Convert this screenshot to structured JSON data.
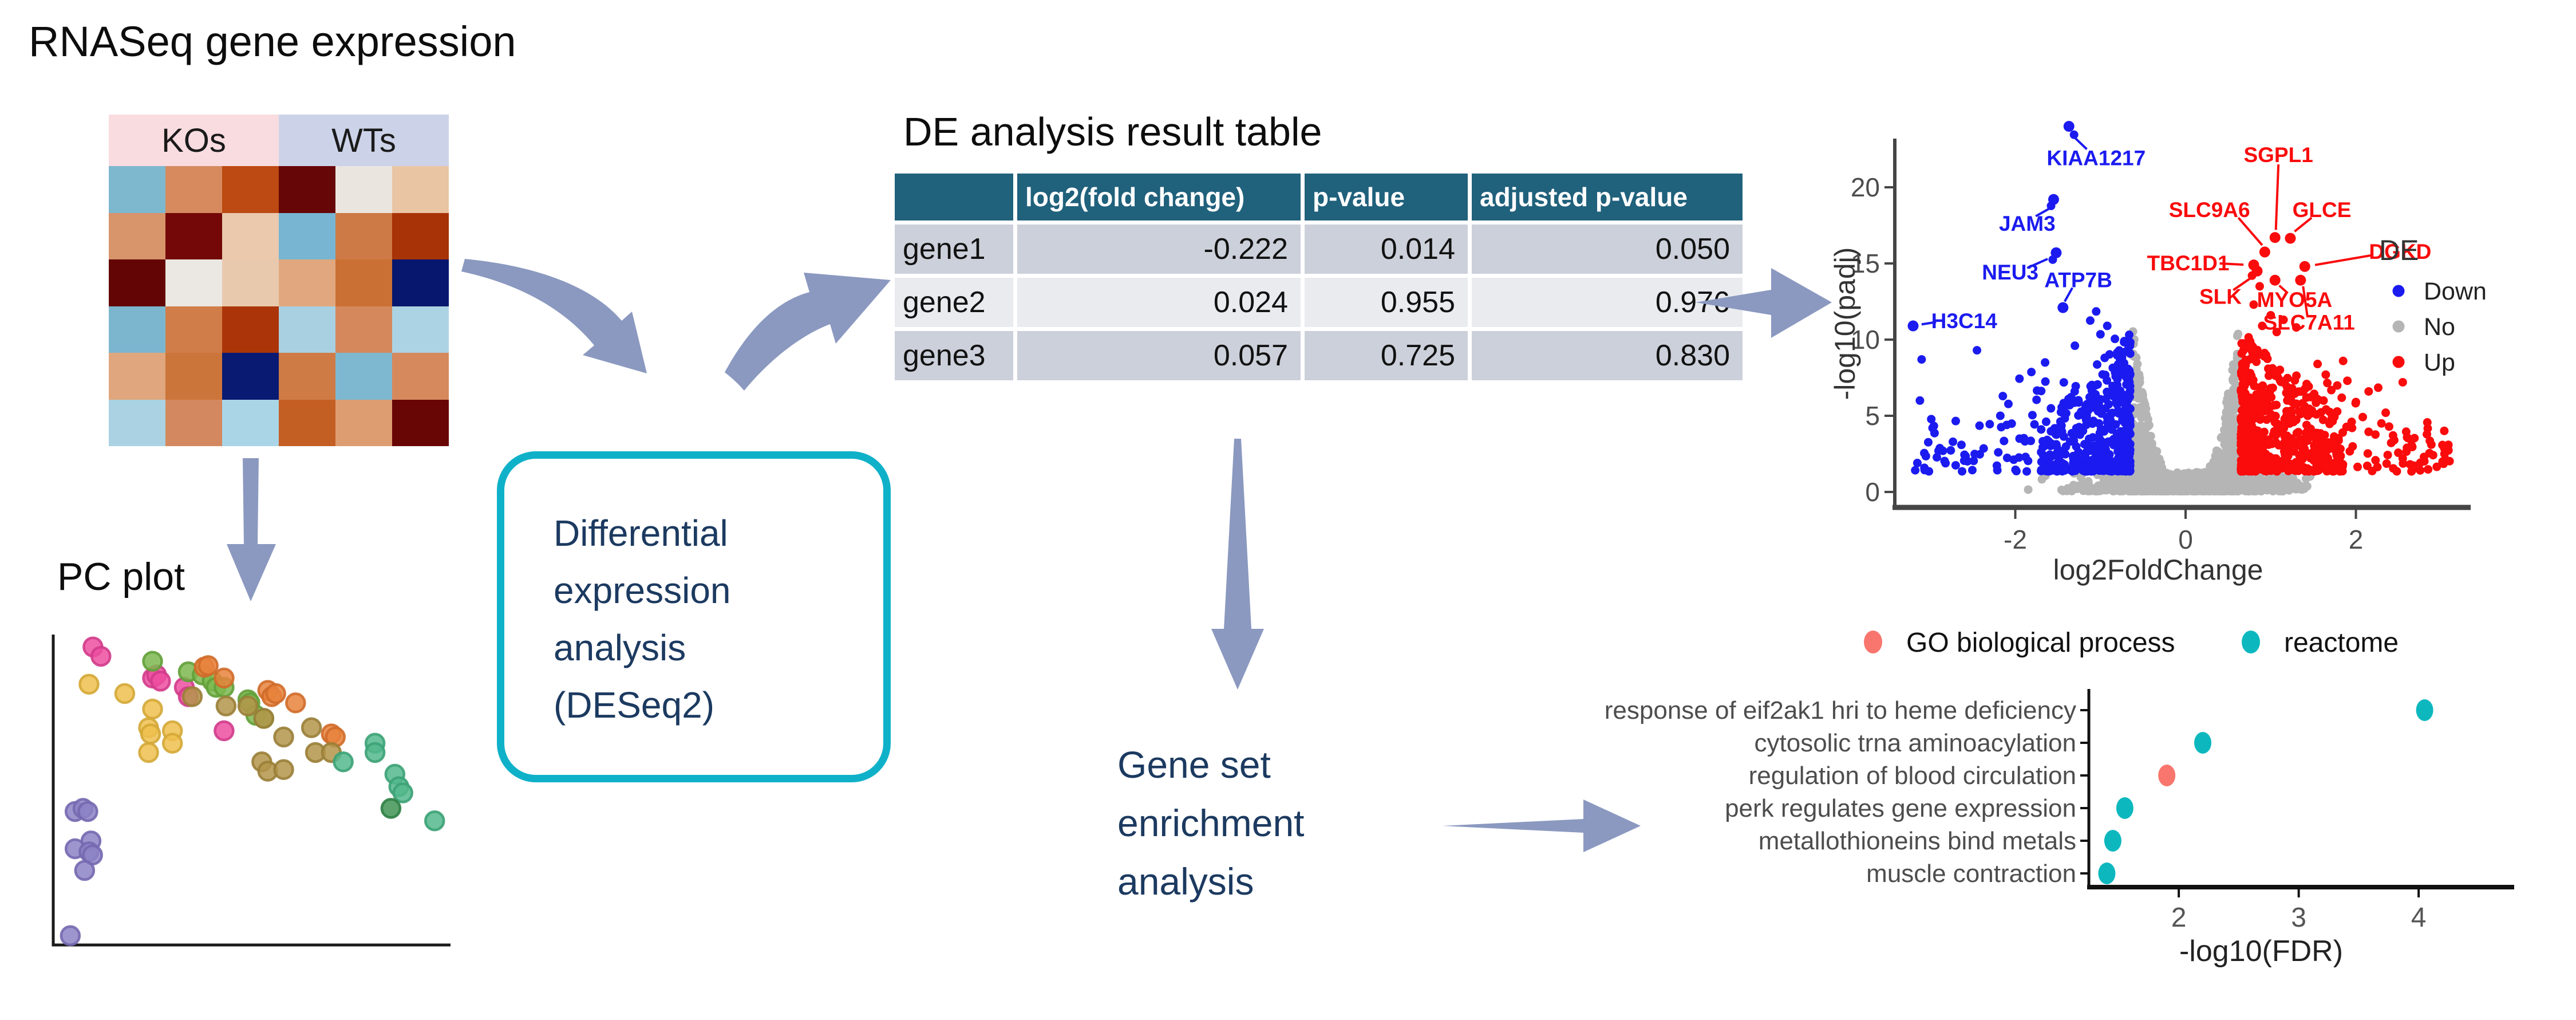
{
  "page_title": "RNASeq gene expression",
  "deseq_box": {
    "lines": [
      "Differential",
      "expression",
      "analysis",
      "(DESeq2)"
    ],
    "border_color": "#0fb1c9",
    "text_color": "#1c3a60"
  },
  "gsea_heading": {
    "lines": [
      "Gene set",
      "enrichment",
      "analysis"
    ]
  },
  "de_table": {
    "title": "DE analysis result table",
    "header_bg": "#20617c",
    "columns": [
      "",
      "log2(fold change)",
      "p-value",
      "adjusted p-value"
    ],
    "rows": [
      {
        "gene": "gene1",
        "values": [
          "-0.222",
          "0.014",
          "0.050"
        ],
        "bg": "#ccd0da"
      },
      {
        "gene": "gene2",
        "values": [
          "0.024",
          "0.955",
          "0.976"
        ],
        "bg": "#e9ebef"
      },
      {
        "gene": "gene3",
        "values": [
          "0.057",
          "0.725",
          "0.830"
        ],
        "bg": "#ccd0da"
      }
    ]
  },
  "arrow_color": "#8b99c0",
  "chart_data": [
    {
      "id": "heatmap",
      "type": "heatmap",
      "title": "RNASeq gene expression",
      "col_groups": [
        {
          "label": "KOs",
          "color": "#f9dce0",
          "span": 3
        },
        {
          "label": "WTs",
          "color": "#ccd3e8",
          "span": 3
        }
      ],
      "cell_colors": [
        [
          "#7db8cf",
          "#d68a5e",
          "#bc4a12",
          "#670606",
          "#eae5df",
          "#e9c5a4"
        ],
        [
          "#d8946b",
          "#740808",
          "#eac9ad",
          "#77b5d3",
          "#cd7a46",
          "#a83306"
        ],
        [
          "#630505",
          "#ebe7e2",
          "#e9c9ae",
          "#e1a87f",
          "#cb7034",
          "#08176e"
        ],
        [
          "#7cb6ce",
          "#d07d49",
          "#ab3508",
          "#a9d0e1",
          "#d5885c",
          "#abd3e3"
        ],
        [
          "#e0a67d",
          "#cc753a",
          "#091a72",
          "#cf7b45",
          "#7eb8d0",
          "#d6895d"
        ],
        [
          "#aad2e3",
          "#d4885f",
          "#aad5e6",
          "#c45f24",
          "#dd9d71",
          "#680505"
        ]
      ]
    },
    {
      "id": "pc_plot",
      "type": "scatter",
      "title": "PC plot",
      "axes": "L-shape, no ticks, no labels",
      "point_radius": 16,
      "series": [
        {
          "name": "cluster-pink",
          "fill": "#ed4fa0",
          "stroke": "#d23c8b",
          "points": [
            [
              10,
              4
            ],
            [
              12,
              7
            ],
            [
              25,
              14
            ],
            [
              26,
              13
            ],
            [
              27,
              15
            ],
            [
              33,
              17
            ],
            [
              34,
              20
            ],
            [
              43,
              31
            ]
          ]
        },
        {
          "name": "cluster-yellow",
          "fill": "#eec04d",
          "stroke": "#d4a937",
          "points": [
            [
              9,
              16
            ],
            [
              18,
              19
            ],
            [
              25,
              24
            ],
            [
              24,
              30
            ],
            [
              24.5,
              32
            ],
            [
              30,
              31
            ],
            [
              30,
              35
            ],
            [
              24,
              38
            ]
          ]
        },
        {
          "name": "cluster-green",
          "fill": "#7cb84f",
          "stroke": "#63a03a",
          "points": [
            [
              25,
              8.6
            ],
            [
              34,
              12
            ],
            [
              37.5,
              13
            ],
            [
              40,
              15
            ],
            [
              41,
              17
            ],
            [
              43,
              17
            ],
            [
              49,
              21
            ],
            [
              49.5,
              22
            ],
            [
              51,
              26
            ],
            [
              53,
              27
            ]
          ]
        },
        {
          "name": "cluster-orange",
          "fill": "#e8823c",
          "stroke": "#d06c2a",
          "points": [
            [
              38,
              10.5
            ],
            [
              39,
              10
            ],
            [
              43,
              14
            ],
            [
              54,
              18
            ],
            [
              55,
              20
            ],
            [
              56,
              19
            ],
            [
              61,
              22
            ],
            [
              70,
              32
            ],
            [
              71,
              33
            ]
          ]
        },
        {
          "name": "cluster-khaki",
          "fill": "#b3954a",
          "stroke": "#9a7f39",
          "points": [
            [
              35,
              20
            ],
            [
              43.5,
              23
            ],
            [
              49,
              23
            ],
            [
              53,
              27
            ],
            [
              58,
              33
            ],
            [
              65,
              30
            ],
            [
              66,
              38
            ],
            [
              70,
              38
            ],
            [
              52.5,
              41
            ],
            [
              54,
              44
            ],
            [
              58,
              43.5
            ]
          ]
        },
        {
          "name": "cluster-teal",
          "fill": "#52b88c",
          "stroke": "#3da277",
          "points": [
            [
              73,
              41
            ],
            [
              81,
              35
            ],
            [
              81,
              38
            ],
            [
              86,
              45
            ],
            [
              87,
              49
            ],
            [
              88,
              51
            ],
            [
              96,
              60
            ]
          ]
        },
        {
          "name": "cluster-darkgreen",
          "fill": "#3f9355",
          "stroke": "#2f7f44",
          "points": [
            [
              85,
              56
            ]
          ]
        },
        {
          "name": "cluster-purple",
          "fill": "#8c82c4",
          "stroke": "#7668b0",
          "points": [
            [
              5.5,
              57
            ],
            [
              7.5,
              56
            ],
            [
              8.7,
              57
            ],
            [
              9.5,
              66.5
            ],
            [
              5.5,
              69
            ],
            [
              9,
              70
            ],
            [
              9.9,
              71
            ],
            [
              7.9,
              76
            ],
            [
              4.3,
              97
            ]
          ]
        }
      ]
    },
    {
      "id": "volcano",
      "type": "scatter",
      "xlabel": "log2FoldChange",
      "ylabel": "-log10(padj)",
      "xlim": [
        -3.4,
        3.3
      ],
      "ylim": [
        -0.5,
        24.5
      ],
      "xticks": [
        -2,
        0,
        2
      ],
      "yticks": [
        0,
        5,
        10,
        15,
        20
      ],
      "legend": {
        "title": "DE",
        "entries": [
          {
            "label": "Down",
            "color": "#1b1bf0"
          },
          {
            "label": "No",
            "color": "#b5b5b5"
          },
          {
            "label": "Up",
            "color": "#fa0b0c"
          }
        ]
      },
      "colors": {
        "down": "#1b1bf0",
        "no": "#b5b5b5",
        "up": "#fa0b0c"
      },
      "labeled_genes": [
        {
          "name": "KIAA1217",
          "group": "down",
          "dot": [
            -1.37,
            24.0
          ],
          "label": [
            -1.05,
            21.9
          ],
          "line": [
            -1.31,
            23.3,
            -1.16,
            22.5
          ]
        },
        {
          "name": "JAM3",
          "group": "down",
          "dot": [
            -1.55,
            19.2
          ],
          "label": [
            -1.86,
            17.6
          ],
          "line": [
            -1.6,
            18.6,
            -1.76,
            18.1
          ]
        },
        {
          "name": "NEU3",
          "group": "down",
          "dot": [
            -1.52,
            15.7
          ],
          "label": [
            -2.06,
            14.4
          ],
          "line": [
            -1.62,
            15.3,
            -1.86,
            14.7
          ]
        },
        {
          "name": "ATP7B",
          "group": "down",
          "dot": [
            -1.44,
            12.1
          ],
          "label": [
            -1.26,
            13.9
          ],
          "line": [
            -1.42,
            12.5,
            -1.33,
            13.4
          ]
        },
        {
          "name": "H3C14",
          "group": "down",
          "dot": [
            -3.2,
            10.9
          ],
          "label": [
            -2.6,
            11.2
          ],
          "line": [
            -3.1,
            11.0,
            -2.93,
            11.15
          ]
        },
        {
          "name": "SGPL1",
          "group": "up",
          "dot": [
            1.05,
            16.7
          ],
          "label": [
            1.09,
            22.1
          ],
          "line": [
            1.06,
            17.2,
            1.09,
            21.5
          ]
        },
        {
          "name": "SLC9A6",
          "group": "up",
          "dot": [
            0.93,
            15.75
          ],
          "label": [
            0.28,
            18.5
          ],
          "line": [
            0.9,
            16.2,
            0.62,
            18.0
          ]
        },
        {
          "name": "GLCE",
          "group": "up",
          "dot": [
            1.23,
            16.65
          ],
          "label": [
            1.6,
            18.5
          ],
          "line": [
            1.28,
            17.1,
            1.48,
            18.0
          ]
        },
        {
          "name": "DGKD",
          "group": "up",
          "dot": [
            1.4,
            14.8
          ],
          "label": [
            2.52,
            15.75
          ],
          "line": [
            1.52,
            14.9,
            2.2,
            15.55
          ]
        },
        {
          "name": "TBC1D1",
          "group": "up",
          "dot": [
            0.8,
            14.9
          ],
          "label": [
            0.03,
            15.0
          ],
          "line": [
            0.68,
            14.92,
            0.4,
            15.0
          ]
        },
        {
          "name": "SLK",
          "group": "up",
          "dot": [
            0.84,
            14.5
          ],
          "label": [
            0.41,
            12.8
          ],
          "line": [
            0.78,
            14.1,
            0.56,
            13.25
          ]
        },
        {
          "name": "MYO5A",
          "group": "up",
          "dot": [
            1.05,
            13.9
          ],
          "label": [
            1.28,
            12.6
          ],
          "line": [
            1.1,
            13.55,
            1.2,
            13.05
          ]
        },
        {
          "name": "SLC7A11",
          "group": "up",
          "dot": [
            1.35,
            13.9
          ],
          "label": [
            1.45,
            11.1
          ],
          "line": [
            1.38,
            13.5,
            1.43,
            11.55
          ]
        }
      ],
      "cloud": {
        "seed": 42,
        "n_no": 1500,
        "n_down": 520,
        "n_up": 560,
        "lfc_threshold": 0.62,
        "point_radius": 7.5
      },
      "extra_points": {
        "down": [
          [
            -1.31,
            23.45
          ],
          [
            -1.58,
            18.78
          ],
          [
            -1.56,
            15.25
          ],
          [
            -1.05,
            11.85
          ],
          [
            -1.12,
            11.25
          ],
          [
            -0.92,
            10.9
          ],
          [
            -1.0,
            10.35
          ],
          [
            -0.83,
            10.05
          ],
          [
            -1.3,
            9.6
          ],
          [
            -0.72,
            9.9
          ],
          [
            -2.45,
            9.3
          ],
          [
            -3.1,
            8.7
          ],
          [
            -1.65,
            8.5
          ],
          [
            -0.95,
            8.8
          ],
          [
            -3.12,
            6.0
          ],
          [
            -1.75,
            6.05
          ],
          [
            -2.3,
            4.45
          ],
          [
            -2.42,
            4.35
          ],
          [
            -2.1,
            4.4
          ],
          [
            -1.95,
            3.5
          ],
          [
            -2.85,
            2.7
          ],
          [
            -3.05,
            2.35
          ],
          [
            -2.6,
            2.05
          ],
          [
            -2.2,
            2.6
          ],
          [
            -1.88,
            2.3
          ],
          [
            -2.7,
            1.75
          ],
          [
            -3.15,
            1.9
          ]
        ],
        "up": [
          [
            0.78,
            14.2
          ],
          [
            0.87,
            13.5
          ],
          [
            0.8,
            12.3
          ],
          [
            1.0,
            11.6
          ],
          [
            1.15,
            11.3
          ],
          [
            0.9,
            10.9
          ],
          [
            1.07,
            10.5
          ],
          [
            0.74,
            10.15
          ],
          [
            1.3,
            10.8
          ],
          [
            2.55,
            7.2
          ],
          [
            1.85,
            8.6
          ],
          [
            1.55,
            8.4
          ],
          [
            1.62,
            6.0
          ],
          [
            2.0,
            5.9
          ],
          [
            1.95,
            4.6
          ],
          [
            2.3,
            4.5
          ],
          [
            2.45,
            3.4
          ],
          [
            2.6,
            2.9
          ],
          [
            2.8,
            2.3
          ],
          [
            2.55,
            2.2
          ],
          [
            3.04,
            2.85
          ],
          [
            3.04,
            2.5
          ],
          [
            3.05,
            2.15
          ],
          [
            3.03,
            1.85
          ],
          [
            2.95,
            1.65
          ],
          [
            1.9,
            7.3
          ],
          [
            2.15,
            6.6
          ],
          [
            2.35,
            5.2
          ]
        ]
      }
    },
    {
      "id": "gsea_dotplot",
      "type": "scatter",
      "xlabel": "-log10(FDR)",
      "categories": [
        "response of eif2ak1 hri to heme deficiency",
        "cytosolic trna aminoacylation",
        "regulation of blood circulation",
        "perk regulates gene expression",
        "metallothioneins bind metals",
        "muscle contraction"
      ],
      "values": [
        4.05,
        2.2,
        1.9,
        1.55,
        1.45,
        1.4
      ],
      "series_of": [
        "reactome",
        "reactome",
        "GO biological process",
        "reactome",
        "reactome",
        "reactome"
      ],
      "xticks": [
        2,
        3,
        4
      ],
      "xlim": [
        1.25,
        4.55
      ],
      "legend": [
        {
          "label": "GO biological process",
          "color": "#f8766d"
        },
        {
          "label": "reactome",
          "color": "#0cb8be"
        }
      ]
    }
  ]
}
